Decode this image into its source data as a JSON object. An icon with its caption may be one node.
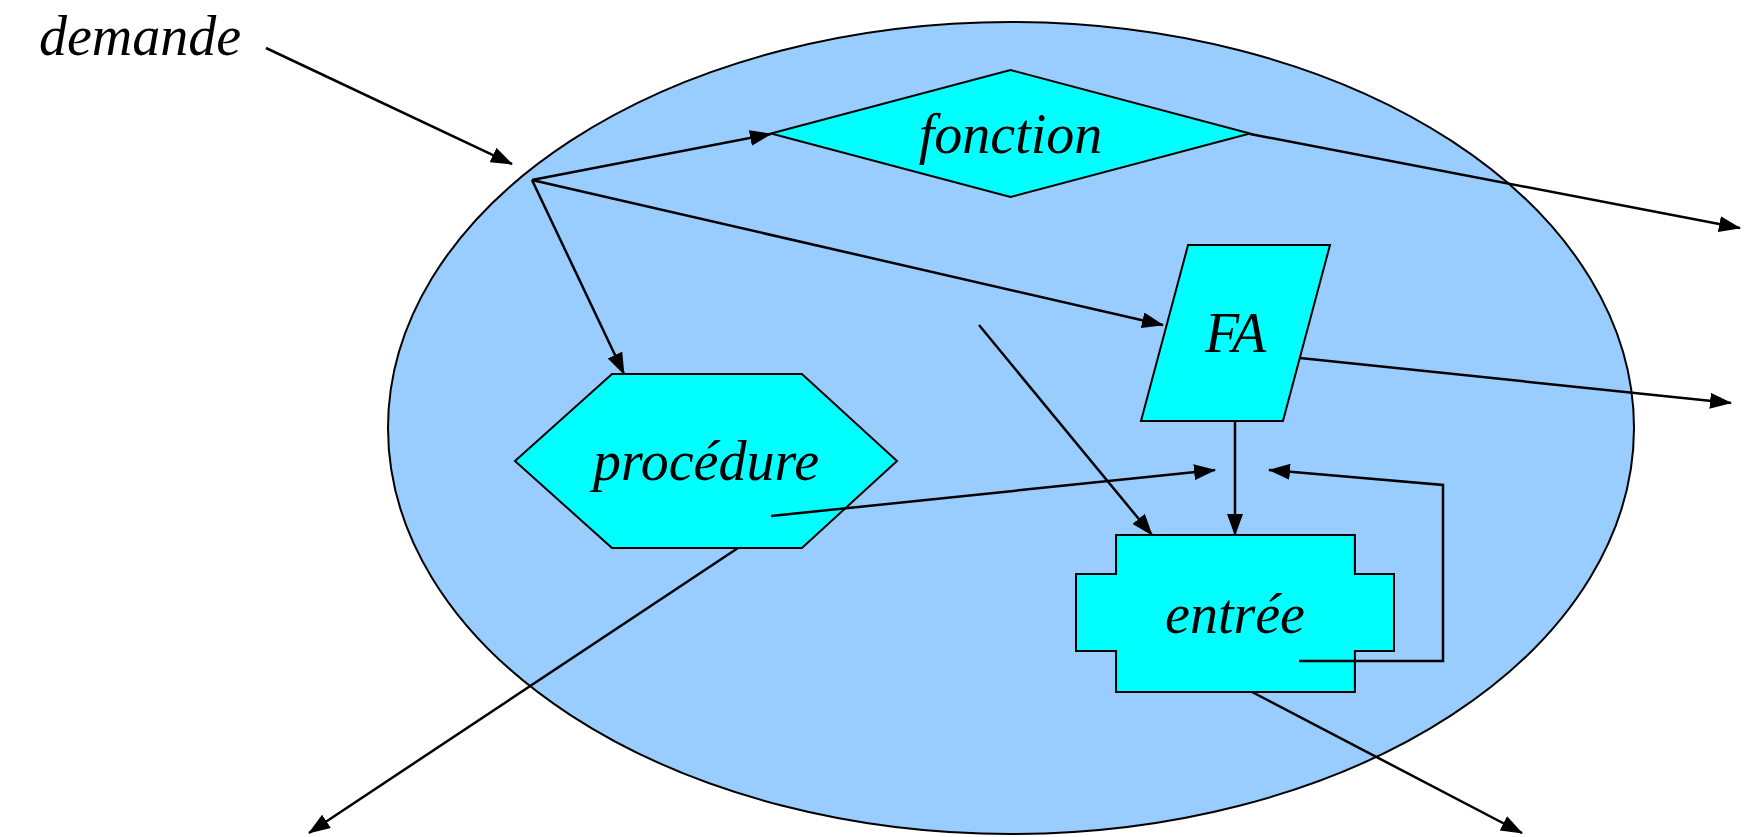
{
  "diagram": {
    "nodes": [
      {
        "text": [
          "demande"
        ]
      },
      {
        "text": [],
        "shape": "ellipse"
      },
      {
        "text": [
          "fonction"
        ],
        "in": 1
      },
      {
        "text": [
          "FA"
        ],
        "in": 1
      },
      {
        "text": [
          "procédure"
        ],
        "in": 1
      },
      {
        "text": [
          "entrée"
        ],
        "in": 1
      }
    ],
    "edges": [
      {
        "from": 0,
        "to": 1,
        "arrow": "to"
      },
      {
        "from": null,
        "to": 2,
        "arrow": "to"
      },
      {
        "from": null,
        "to": 3,
        "arrow": "to"
      },
      {
        "from": null,
        "to": 4,
        "arrow": "to"
      },
      {
        "from": 2,
        "to": null,
        "arrow": "to"
      },
      {
        "from": 3,
        "to": null,
        "arrow": "to"
      },
      {
        "from": null,
        "to": 5,
        "arrow": "to"
      },
      {
        "from": 3,
        "to": 5,
        "arrow": "to"
      },
      {
        "from": 4,
        "to": null,
        "arrow": "to"
      },
      {
        "from": 5,
        "to": null,
        "arrow": "to"
      },
      {
        "from": 4,
        "to": null,
        "arrow": "to"
      },
      {
        "from": 5,
        "to": null,
        "arrow": "to"
      }
    ]
  }
}
